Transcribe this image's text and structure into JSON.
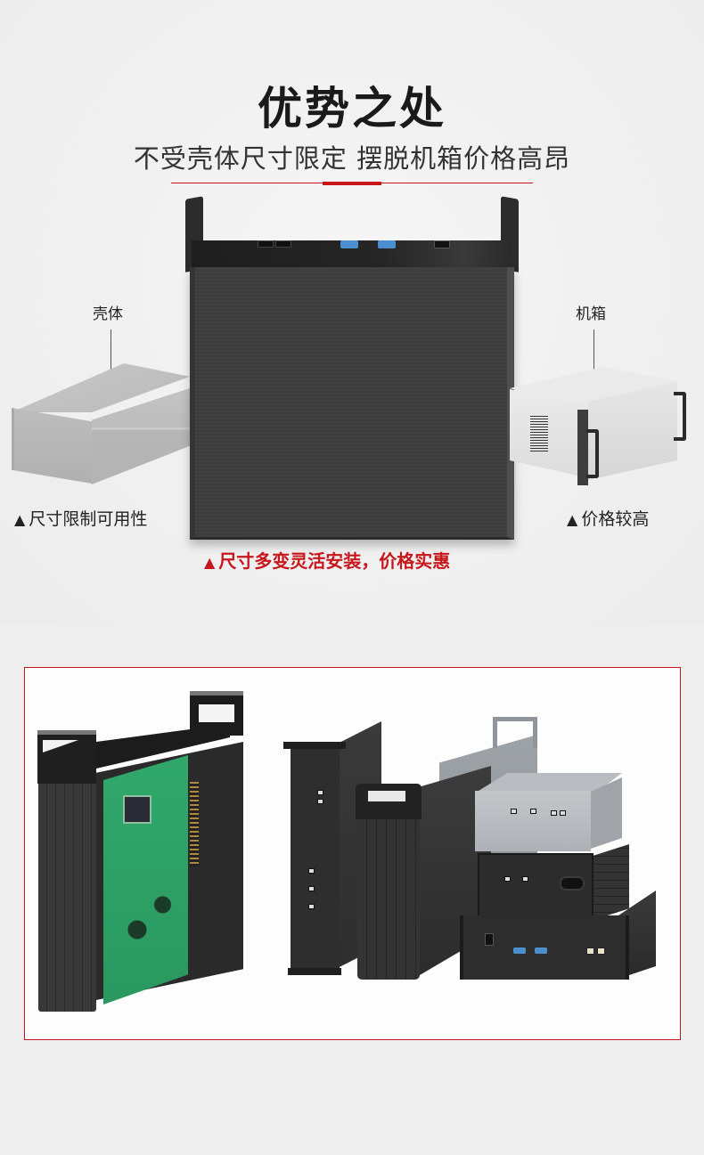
{
  "header": {
    "title": "优势之处",
    "subtitle": "不受壳体尺寸限定  摆脱机箱价格高昂",
    "divider_color": "#c8161d"
  },
  "comparison": {
    "left": {
      "label": "壳体",
      "caption_icon": "▲",
      "caption": "尺寸限制可用性"
    },
    "right": {
      "label": "机箱",
      "caption_icon": "▲",
      "caption": "价格较高"
    },
    "center": {
      "caption_icon": "▲",
      "caption": "尺寸多变灵活安装，价格实惠",
      "color": "#c8161d"
    }
  },
  "gallery": {
    "border_color": "#c8161d",
    "items": [
      "open-enclosure-with-pcb",
      "slim-tower-case",
      "handle-tower-case",
      "silver-tall-case",
      "silver-box-case",
      "black-box-case",
      "flat-box-case"
    ]
  }
}
